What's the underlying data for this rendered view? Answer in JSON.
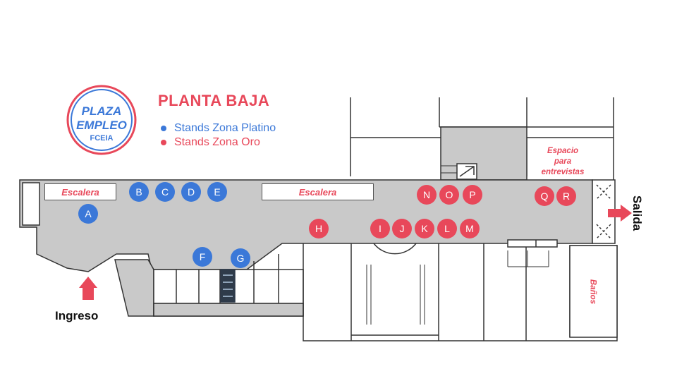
{
  "logo": {
    "line1": "PLAZA",
    "line2": "EMPLEO",
    "line3": "FCEIA"
  },
  "title": "PLANTA BAJA",
  "legend": [
    {
      "label": "Stands Zona Platino",
      "color": "#3b78d8"
    },
    {
      "label": "Stands Zona Oro",
      "color": "#e8485a"
    }
  ],
  "labels": {
    "stair_left": "Escalera",
    "stair_right": "Escalera",
    "interview": [
      "Espacio",
      "para",
      "entrevistas"
    ],
    "bathrooms": "Baños",
    "entrance": "Ingreso",
    "exit": "Salida"
  },
  "stands": [
    {
      "id": "A",
      "zone": "platino"
    },
    {
      "id": "B",
      "zone": "platino"
    },
    {
      "id": "C",
      "zone": "platino"
    },
    {
      "id": "D",
      "zone": "platino"
    },
    {
      "id": "E",
      "zone": "platino"
    },
    {
      "id": "F",
      "zone": "platino"
    },
    {
      "id": "G",
      "zone": "platino"
    },
    {
      "id": "H",
      "zone": "oro"
    },
    {
      "id": "I",
      "zone": "oro"
    },
    {
      "id": "J",
      "zone": "oro"
    },
    {
      "id": "K",
      "zone": "oro"
    },
    {
      "id": "L",
      "zone": "oro"
    },
    {
      "id": "M",
      "zone": "oro"
    },
    {
      "id": "N",
      "zone": "oro"
    },
    {
      "id": "O",
      "zone": "oro"
    },
    {
      "id": "P",
      "zone": "oro"
    },
    {
      "id": "Q",
      "zone": "oro"
    },
    {
      "id": "R",
      "zone": "oro"
    }
  ],
  "colors": {
    "platino": "#3b78d8",
    "oro": "#e8485a",
    "floor": "#c9c9c9",
    "wall": "#333333"
  }
}
